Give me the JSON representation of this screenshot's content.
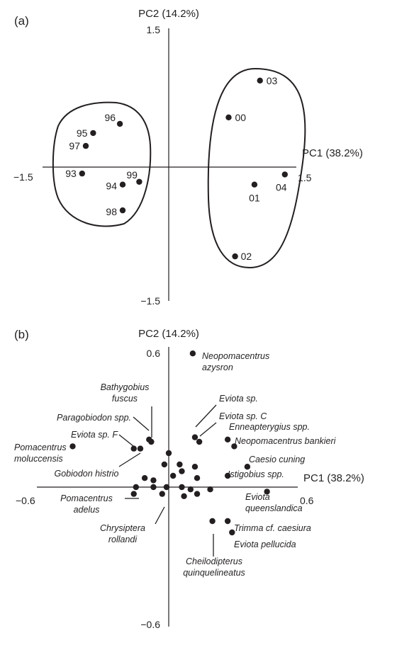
{
  "chart_data": [
    {
      "type": "scatter",
      "panel": "(a)",
      "xlabel": "PC1 (38.2%)",
      "ylabel": "PC2 (14.2%)",
      "xlim": [
        -1.5,
        1.5
      ],
      "ylim": [
        -1.5,
        1.5
      ],
      "ticks": {
        "x_min": "−1.5",
        "x_max": "1.5",
        "y_min": "−1.5",
        "y_max": "1.5"
      },
      "points": [
        {
          "label": "03",
          "x": 0.99,
          "y": 0.94
        },
        {
          "label": "00",
          "x": 0.65,
          "y": 0.54
        },
        {
          "label": "04",
          "x": 1.26,
          "y": -0.08
        },
        {
          "label": "01",
          "x": 0.93,
          "y": -0.19
        },
        {
          "label": "02",
          "x": 0.72,
          "y": -0.97
        },
        {
          "label": "96",
          "x": -0.53,
          "y": 0.47
        },
        {
          "label": "95",
          "x": -0.82,
          "y": 0.37
        },
        {
          "label": "97",
          "x": -0.9,
          "y": 0.23
        },
        {
          "label": "93",
          "x": -0.94,
          "y": -0.07
        },
        {
          "label": "94",
          "x": -0.5,
          "y": -0.19
        },
        {
          "label": "99",
          "x": -0.32,
          "y": -0.16
        },
        {
          "label": "98",
          "x": -0.5,
          "y": -0.47
        }
      ]
    },
    {
      "type": "scatter",
      "panel": "(b)",
      "xlabel": "PC1 (38.2%)",
      "ylabel": "PC2 (14.2%)",
      "xlim": [
        -0.6,
        0.6
      ],
      "ylim": [
        -0.6,
        0.6
      ],
      "ticks": {
        "x_min": "−0.6",
        "x_max": "0.6",
        "y_min": "0.6",
        "y_max_neg": "−0.6"
      },
      "labeled_points": [
        {
          "name": "Neopomacentrus",
          "name2": "azysron",
          "x": 0.11,
          "y": 0.59
        },
        {
          "name": "Bathygobius",
          "name2": "fuscus",
          "x": -0.08,
          "y": 0.2
        },
        {
          "name": "Paragobiodon spp.",
          "x": -0.09,
          "y": 0.21
        },
        {
          "name": "Eviota sp. F",
          "x": -0.16,
          "y": 0.17
        },
        {
          "name": "Pomacentrus",
          "name2": "moluccensis",
          "x": -0.44,
          "y": 0.18
        },
        {
          "name": "Gobiodon histrio",
          "x": -0.13,
          "y": 0.17
        },
        {
          "name": "Eviota sp.",
          "x": 0.12,
          "y": 0.22
        },
        {
          "name": "Eviota sp. C",
          "x": 0.14,
          "y": 0.2
        },
        {
          "name": "Enneapterygius spp.",
          "x": 0.27,
          "y": 0.21
        },
        {
          "name": "Neopomacentrus bankieri",
          "x": 0.3,
          "y": 0.18
        },
        {
          "name": "Caesio cuning",
          "x": 0.36,
          "y": 0.09
        },
        {
          "name": "Istigobius spp.",
          "x": 0.27,
          "y": 0.05
        },
        {
          "name": "Pomacentrus",
          "name2": "adelus",
          "x": -0.16,
          "y": -0.03
        },
        {
          "name": "Eviota",
          "name2": "queenslandica",
          "x": 0.45,
          "y": -0.02
        },
        {
          "name": "Chrysiptera",
          "name2": "rollandi",
          "x": -0.03,
          "y": -0.03
        },
        {
          "name": "Trimma cf. caesiura",
          "x": 0.27,
          "y": -0.15
        },
        {
          "name": "Eviota pellucida",
          "x": 0.29,
          "y": -0.2
        },
        {
          "name": "Cheilodipterus",
          "name2": "quinquelineatus",
          "x": 0.2,
          "y": -0.15
        }
      ],
      "unlabeled_points": [
        {
          "x": 0.0,
          "y": 0.15
        },
        {
          "x": -0.02,
          "y": 0.1
        },
        {
          "x": 0.05,
          "y": 0.1
        },
        {
          "x": 0.06,
          "y": 0.07
        },
        {
          "x": 0.12,
          "y": 0.09
        },
        {
          "x": -0.11,
          "y": 0.04
        },
        {
          "x": 0.02,
          "y": 0.05
        },
        {
          "x": -0.07,
          "y": 0.03
        },
        {
          "x": 0.13,
          "y": 0.04
        },
        {
          "x": -0.15,
          "y": 0.0
        },
        {
          "x": -0.07,
          "y": 0.0
        },
        {
          "x": 0.06,
          "y": 0.0
        },
        {
          "x": -0.01,
          "y": 0.0
        },
        {
          "x": 0.19,
          "y": -0.01
        },
        {
          "x": 0.1,
          "y": -0.01
        },
        {
          "x": 0.13,
          "y": -0.03
        },
        {
          "x": 0.07,
          "y": -0.04
        }
      ]
    }
  ]
}
